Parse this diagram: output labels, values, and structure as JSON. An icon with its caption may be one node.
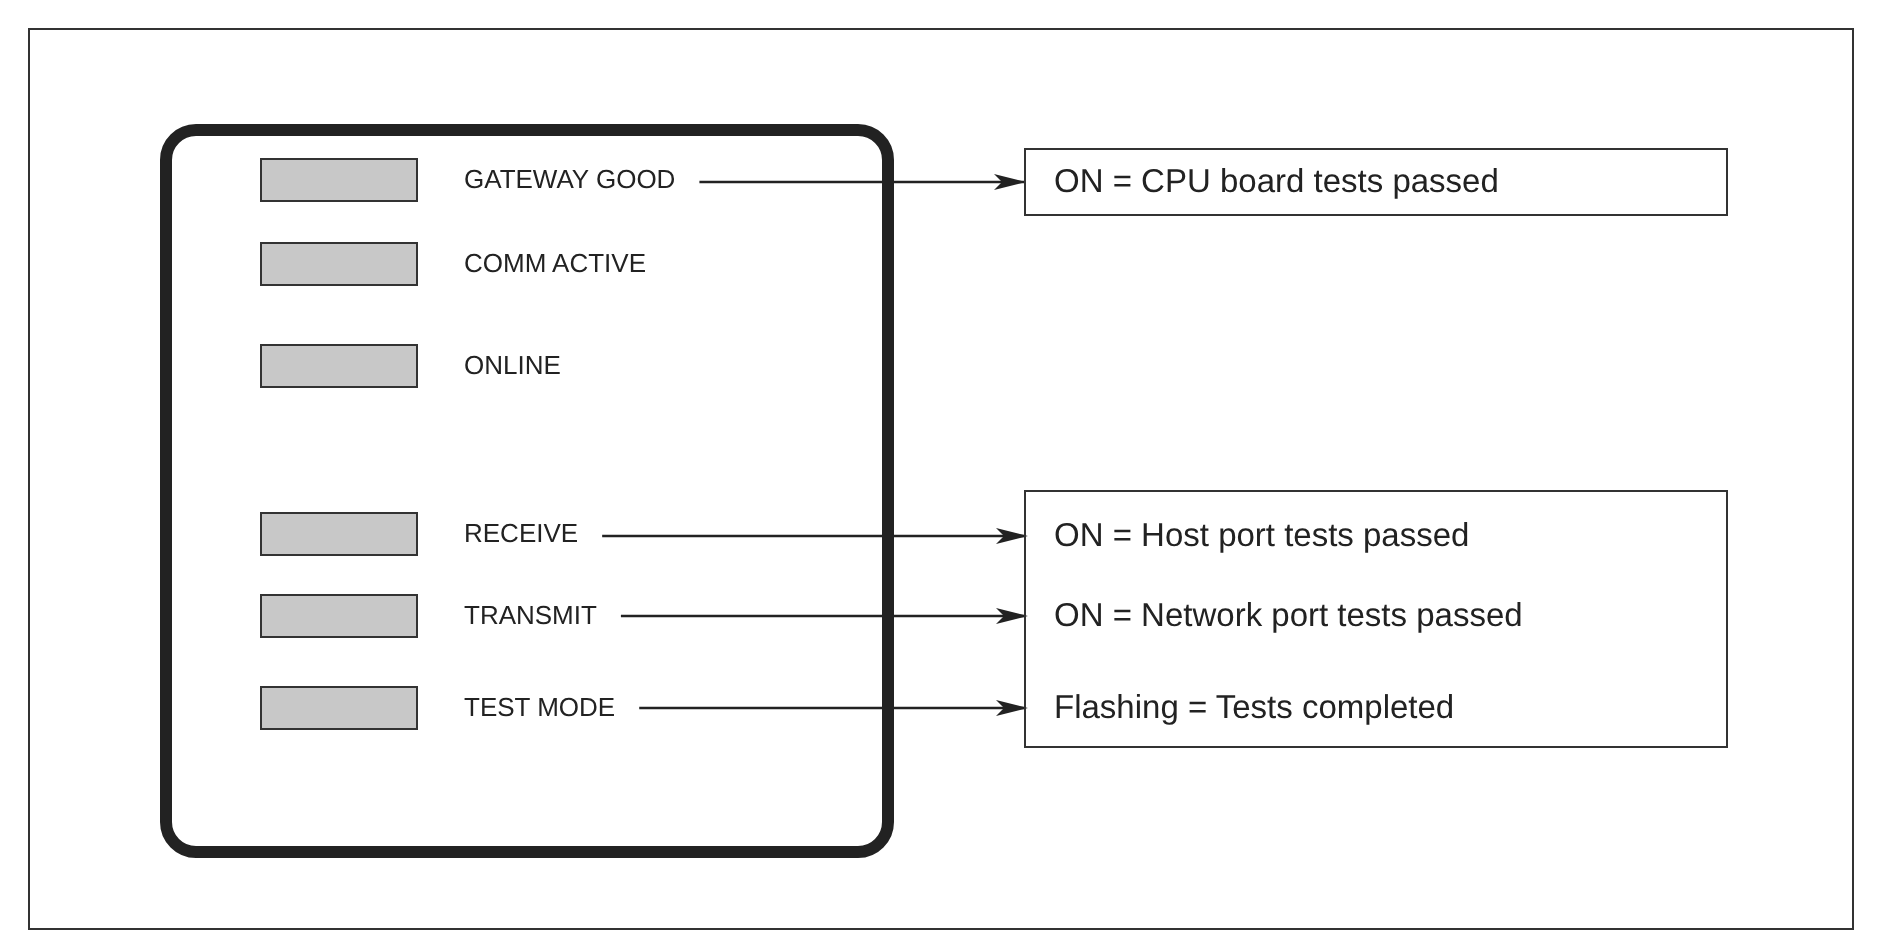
{
  "diagram": {
    "nodes": [
      {
        "text": [],
        "shape": "box"
      },
      {
        "text": [],
        "shape": "bar",
        "in": 0
      },
      {
        "text": [
          "GATEWAY GOOD"
        ],
        "in": 0
      },
      {
        "text": [],
        "shape": "bar",
        "in": 0
      },
      {
        "text": [
          "COMM ACTIVE"
        ],
        "in": 0
      },
      {
        "text": [],
        "shape": "bar",
        "in": 0
      },
      {
        "text": [
          "ONLINE"
        ],
        "in": 0
      },
      {
        "text": [],
        "shape": "bar",
        "in": 0
      },
      {
        "text": [
          "RECEIVE"
        ],
        "in": 0
      },
      {
        "text": [],
        "shape": "bar",
        "in": 0
      },
      {
        "text": [
          "TRANSMIT"
        ],
        "in": 0
      },
      {
        "text": [],
        "shape": "bar",
        "in": 0
      },
      {
        "text": [
          "TEST MODE"
        ],
        "in": 0
      },
      {
        "text": [
          "ON = CPU board tests passed"
        ]
      },
      {
        "text": [],
        "shape": "box"
      },
      {
        "text": [
          "ON = Host port tests passed"
        ],
        "in": 14
      },
      {
        "text": [
          "ON = Network port tests passed"
        ],
        "in": 14
      },
      {
        "text": [
          "Flashing = Tests completed"
        ],
        "in": 14
      }
    ],
    "edges": [
      {
        "from": 2,
        "to": 13,
        "arrow": "to"
      },
      {
        "from": 8,
        "to": 15,
        "arrow": "to"
      },
      {
        "from": 10,
        "to": 16,
        "arrow": "to"
      },
      {
        "from": 12,
        "to": 17,
        "arrow": "to"
      }
    ]
  }
}
